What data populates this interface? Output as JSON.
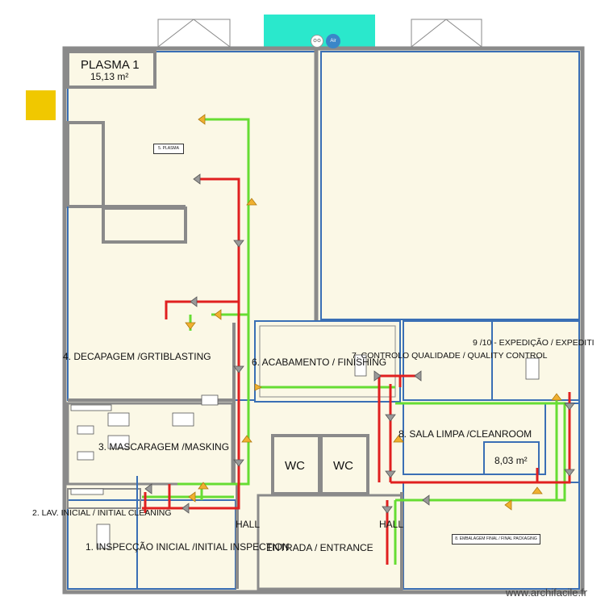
{
  "colors": {
    "floor": "#fbf8e6",
    "wall": "#8a8a8a",
    "blue_outline": "#3a6fb5",
    "supply_duct": "#e02020",
    "return_duct": "#66dd33",
    "vent_in": "#f0b030",
    "vent_out": "#999999",
    "teal_unit": "#2ae8cc",
    "yellow_block": "#f0c800"
  },
  "top_unit": {
    "badge_left": "⊙⊙",
    "badge_right": "Air"
  },
  "rooms": {
    "plasma1": {
      "title": "PLASMA 1",
      "area": "15,13 m²"
    },
    "plasma_small": "5. PLASMA",
    "decapagem": "4. DECAPAGEM /GRTIBLASTING",
    "acabamento": "6. ACABAMENTO / FINISHING",
    "controlo": "7. CONTROLO QUALIDADE / QUALITY CONTROL",
    "expedicao": "9 /10 - EXPEDIÇÃO / EXPEDITI",
    "mascaragem": "3. MASCARAGEM /MASKING",
    "sala_limpa": "8. SALA LIMPA /CLEANROOM",
    "sala_limpa_area": "8,03 m²",
    "wc1": "WC",
    "wc2": "WC",
    "lav_inicial": "2. LAV. INICIAL / INITIAL CLEANING",
    "hall1": "HALL",
    "hall2": "HALL",
    "inspeccao": "1. INSPECÇÃO INICIAL /INITIAL INSPECTION",
    "entrada": "ENTRADA / ENTRANCE",
    "embalagem": "8. EMBALAGEM FINAL / FINAL PACKAGING"
  },
  "watermark": "www.archifacile.fr"
}
